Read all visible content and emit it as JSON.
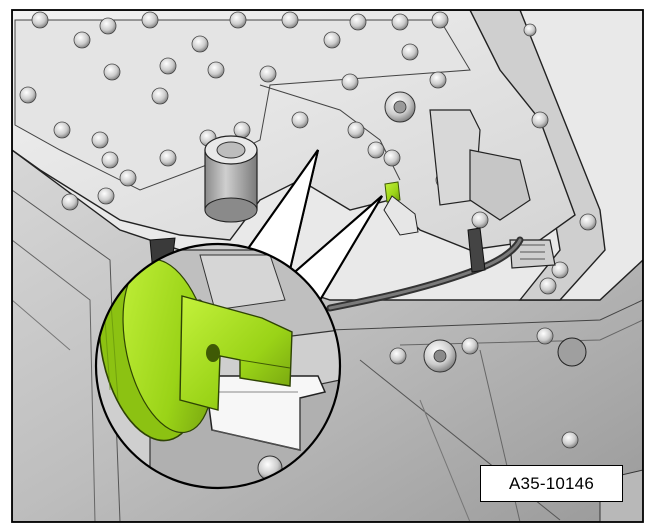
{
  "figure": {
    "reference_code": "A35-10146",
    "subject": "transmission-housing-with-mechatronic-unit",
    "highlight_part": "retaining-clip",
    "colors": {
      "highlight": "#a6e21a",
      "highlight_dark": "#6f9a0e",
      "metal_light": "#e6e6e6",
      "metal_mid": "#c9c9c9",
      "metal_dark": "#8f8f8f",
      "outline": "#111111",
      "frame": "#000000"
    }
  }
}
